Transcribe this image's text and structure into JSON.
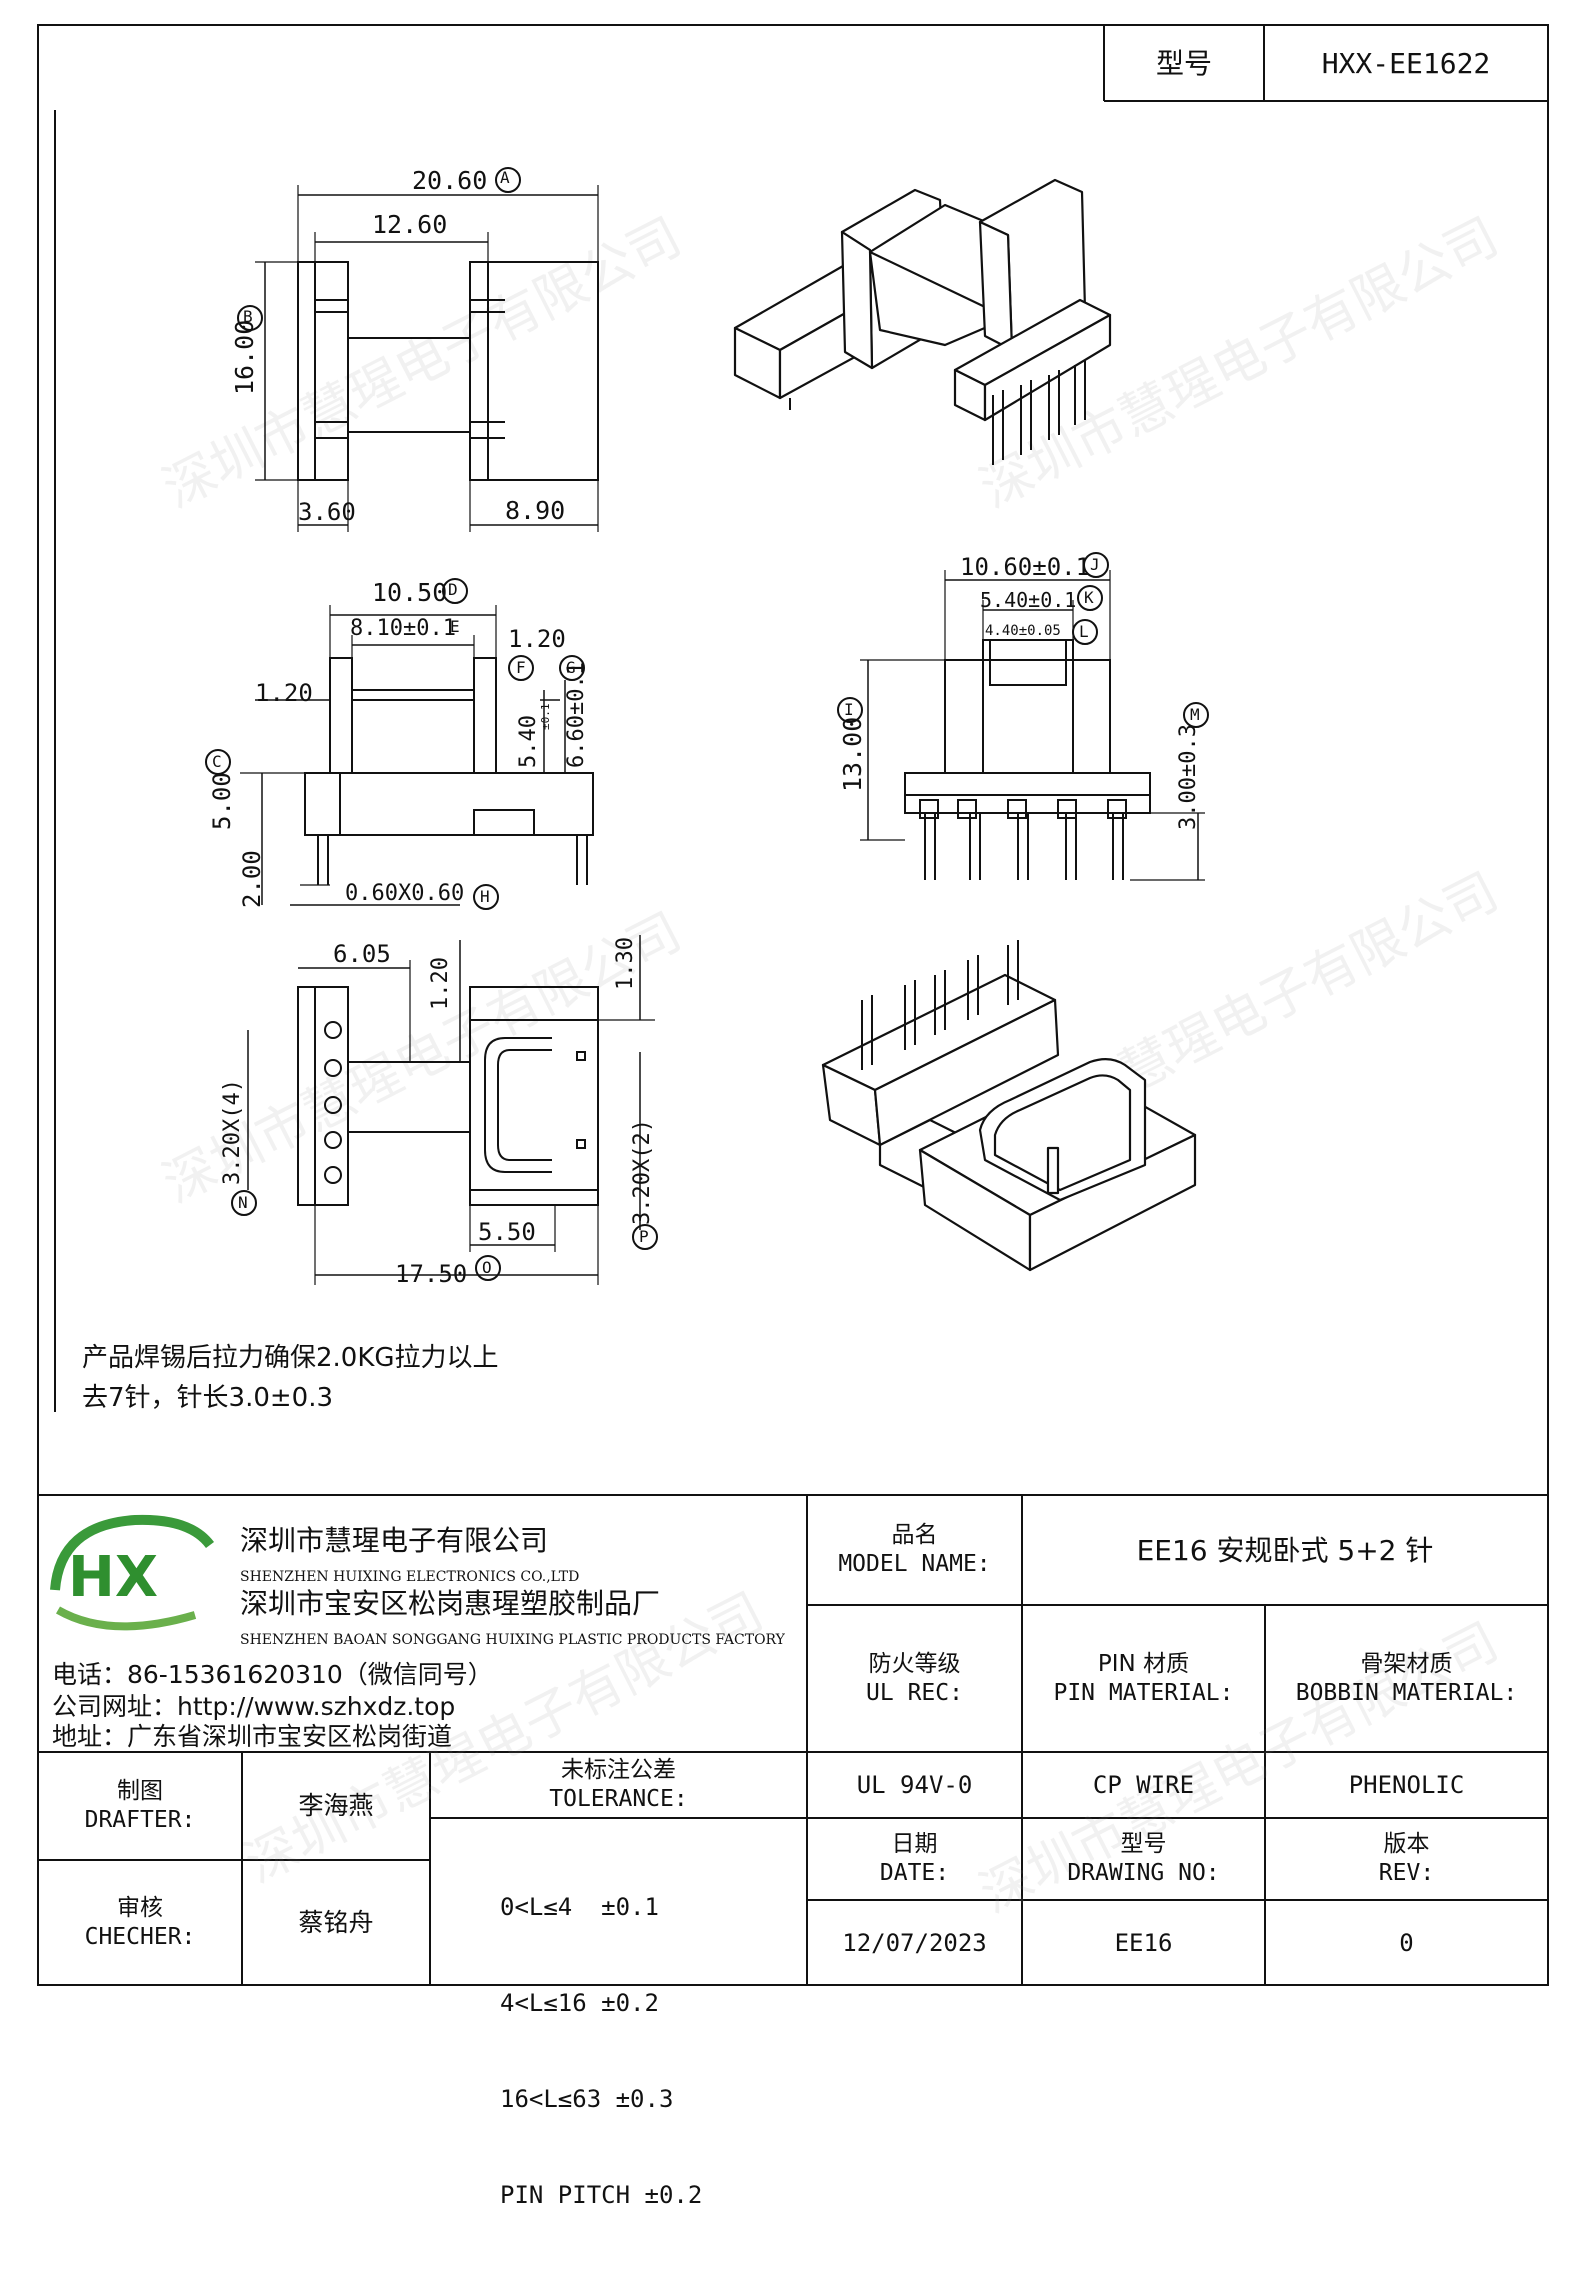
{
  "header": {
    "label": "型号",
    "value": "HXX-EE1622"
  },
  "watermark": "深圳市慧瑆电子有限公司",
  "views": {
    "top": {
      "overall_width": "20.60",
      "mark_a": "A",
      "inner_width": "12.60",
      "height": "16.00",
      "mark_b": "B",
      "flange": "3.60",
      "right_section": "8.90"
    },
    "side": {
      "width": "10.50",
      "mark_d": "D",
      "inner": "8.10±0.1",
      "mark_e": "E",
      "right_flange": "1.20",
      "mark_f": "F",
      "mark_g": "G",
      "left_flange": "1.20",
      "core_h": "5.40",
      "core_tol": "±0.1",
      "outer_h": "6.60±0.1",
      "mark_c": "C",
      "base": "5.00",
      "pin": "2.00",
      "pin_section": "0.60X0.60",
      "mark_h": "H"
    },
    "front": {
      "w1": "10.60±0.1",
      "mark_j": "J",
      "w2": "5.40±0.1",
      "mark_k": "K",
      "w3": "4.40±0.05",
      "mark_l": "L",
      "height": "13.00",
      "mark_i": "I",
      "pin_len": "3.00±0.3",
      "mark_m": "M"
    },
    "bottom": {
      "d1": "6.05",
      "d2": "1.20",
      "d3": "1.30",
      "pitch_left": "3.20X(4)",
      "mark_n": "N",
      "pitch_right": "3.20X(2)",
      "mark_p": "P",
      "d4": "5.50",
      "length": "17.50",
      "mark_o": "O"
    }
  },
  "notes": [
    "产品焊锡后拉力确保2.0KG拉力以上",
    "去7针，针长3.0±0.3"
  ],
  "company": {
    "logo_text": "HX",
    "name_cn": "深圳市慧瑆电子有限公司",
    "name_en": "SHENZHEN HUIXING ELECTRONICS CO.,LTD",
    "factory_cn": "深圳市宝安区松岗惠瑆塑胶制品厂",
    "factory_en": "SHENZHEN BAOAN SONGGANG HUIXING PLASTIC PRODUCTS FACTORY",
    "phone": "电话：86-15361620310（微信同号）",
    "website": "公司网址：http://www.szhxdz.top",
    "address": "地址：广东省深圳市宝安区松岗街道"
  },
  "title_block": {
    "model_name_cn": "品名",
    "model_name_en": "MODEL NAME:",
    "model_name_value": "EE16 安规卧式 5+2 针",
    "ul_cn": "防火等级",
    "ul_en": "UL REC:",
    "pin_mat_cn": "PIN 材质",
    "pin_mat_en": "PIN MATERIAL:",
    "bobbin_cn": "骨架材质",
    "bobbin_en": "BOBBIN MATERIAL:",
    "ul_value": "UL 94V-0",
    "pin_value": "CP WIRE",
    "bobbin_value": "PHENOLIC",
    "drafter_cn": "制图",
    "drafter_en": "DRAFTER:",
    "drafter_name": "李海燕",
    "checker_cn": "审核",
    "checker_en": "CHECHER:",
    "checker_name": "蔡铭舟",
    "tol_cn": "未标注公差",
    "tol_en": "TOLERANCE:",
    "tolerances": [
      "0<L≤4  ±0.1",
      "4<L≤16 ±0.2",
      "16<L≤63 ±0.3",
      "PIN PITCH ±0.2"
    ],
    "date_cn": "日期",
    "date_en": "DATE:",
    "date_value": "12/07/2023",
    "dwg_cn": "型号",
    "dwg_en": "DRAWING NO:",
    "dwg_value": "EE16",
    "rev_cn": "版本",
    "rev_en": "REV:",
    "rev_value": "0"
  }
}
